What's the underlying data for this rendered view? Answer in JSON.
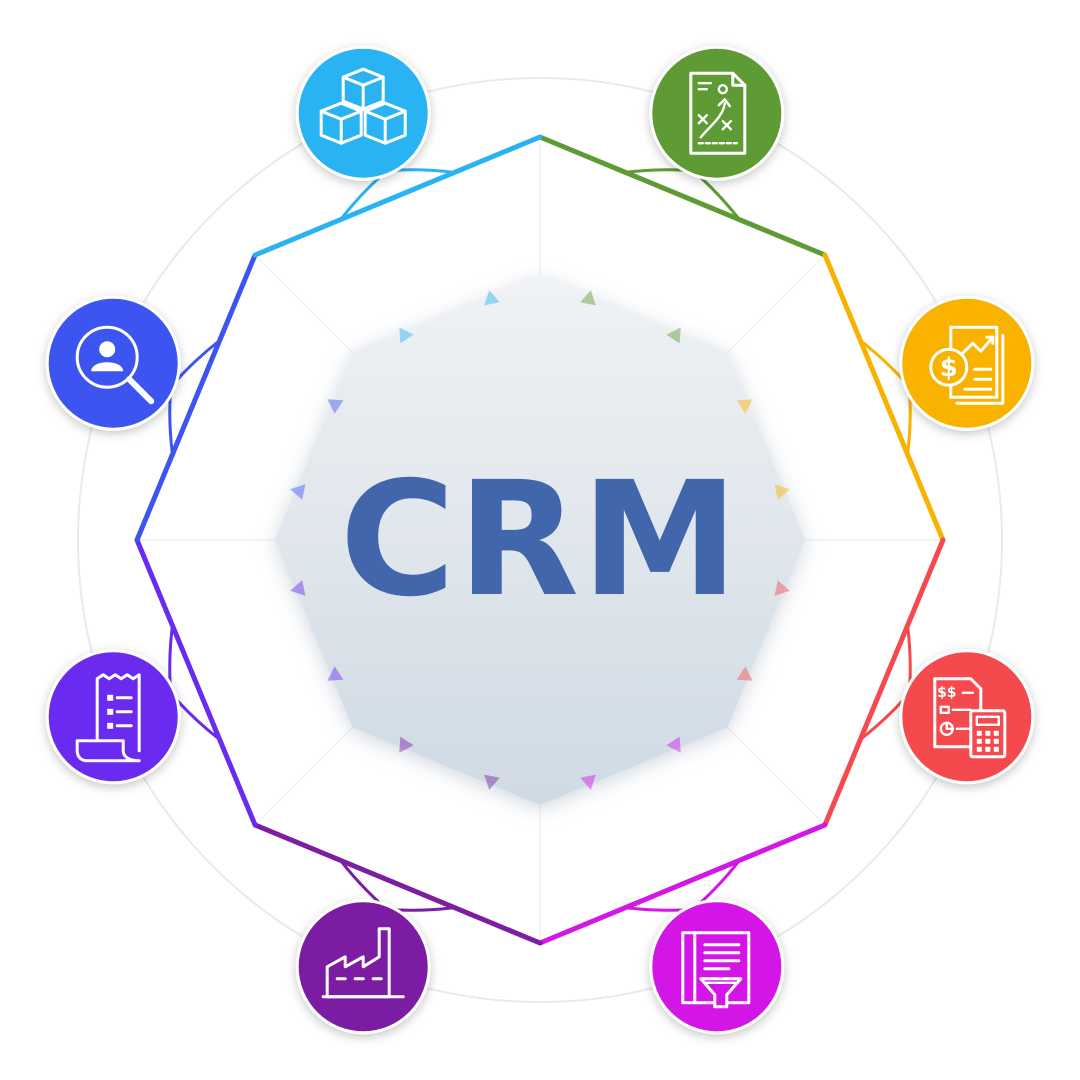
{
  "center": {
    "title": "CRM",
    "title_color": "#4266AB"
  },
  "nodes": [
    {
      "id": "strategy",
      "icon": "strategy-document-icon",
      "color": "#5E9B35"
    },
    {
      "id": "finance",
      "icon": "financial-report-icon",
      "color": "#F9B200"
    },
    {
      "id": "accounting",
      "icon": "accounting-calculator-icon",
      "color": "#F44A4E"
    },
    {
      "id": "sales-funnel",
      "icon": "sales-funnel-document-icon",
      "color": "#D317E6"
    },
    {
      "id": "manufacturing",
      "icon": "factory-icon",
      "color": "#7B1FA2"
    },
    {
      "id": "invoicing",
      "icon": "invoice-receipt-icon",
      "color": "#6A2BF0"
    },
    {
      "id": "customer-search",
      "icon": "customer-search-icon",
      "color": "#3D55F0"
    },
    {
      "id": "inventory",
      "icon": "inventory-boxes-icon",
      "color": "#29B3F2"
    }
  ],
  "colors": {
    "ring": "#E7EAEE",
    "hub_light": "#F0F2F4",
    "hub_dark": "#CFDAE4"
  }
}
